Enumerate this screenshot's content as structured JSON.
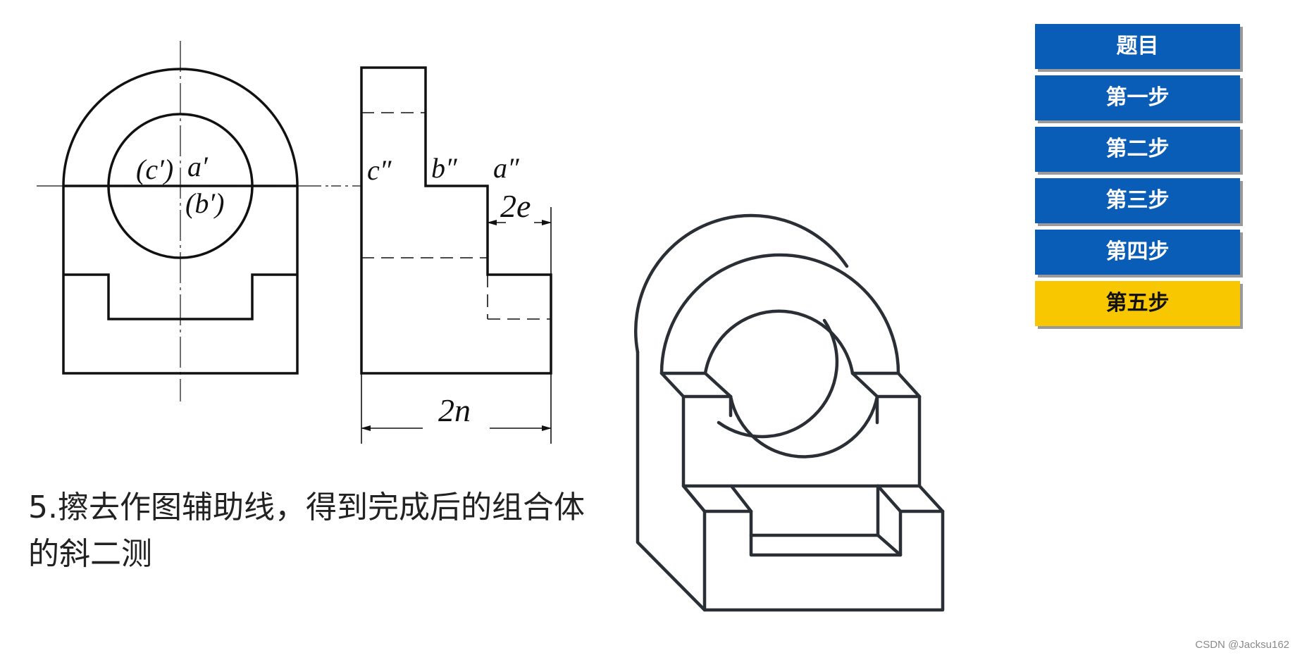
{
  "nav": {
    "items": [
      {
        "label": "题目"
      },
      {
        "label": "第一步"
      },
      {
        "label": "第二步"
      },
      {
        "label": "第三步"
      },
      {
        "label": "第四步"
      },
      {
        "label": "第五步"
      }
    ],
    "active_index": 5
  },
  "labels": {
    "c_prime": "(c′)",
    "a_prime": "a′",
    "b_prime": "(b′)",
    "c_double_prime": "c″",
    "b_double_prime": "b″",
    "a_double_prime": "a″",
    "dim_2e": "2e",
    "dim_2n": "2n"
  },
  "caption": {
    "line1": "5.擦去作图辅助线，得到完成后的组合体",
    "line2": "的斜二测"
  },
  "watermark": "CSDN @Jacksu162",
  "colors": {
    "nav_blue": "#0a5db6",
    "nav_active": "#f9c700",
    "line": "#111111",
    "iso_line": "#2a2f36"
  }
}
